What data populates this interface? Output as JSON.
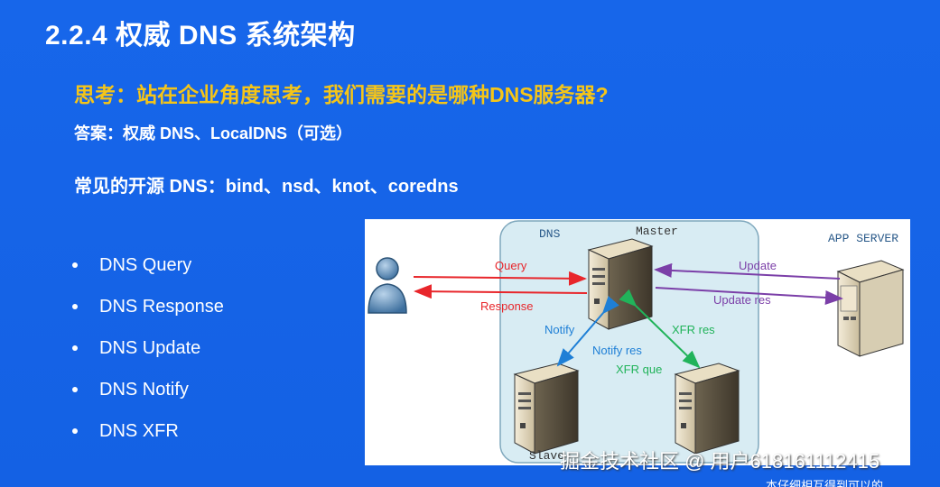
{
  "slide": {
    "title": "2.2.4 权威 DNS 系统架构",
    "question": "思考：站在企业角度思考，我们需要的是哪种DNS服务器?",
    "answer": "答案：权威 DNS、LocalDNS（可选）",
    "common": "常见的开源 DNS：bind、nsd、knot、coredns",
    "bullets": [
      "DNS Query",
      "DNS Response",
      "DNS Update",
      "DNS Notify",
      "DNS XFR"
    ]
  },
  "diagram": {
    "dns_box_label": "DNS",
    "master_label": "Master",
    "slave_label": "Slave",
    "app_server_label": "APP SERVER",
    "arrows": {
      "query": "Query",
      "response": "Response",
      "update": "Update",
      "update_res": "Update res",
      "notify": "Notify",
      "notify_res": "Notify res",
      "xfr_res": "XFR res",
      "xfr_que": "XFR que"
    },
    "colors": {
      "query": "#e8262b",
      "update": "#7b3fa8",
      "notify": "#1e7fd6",
      "xfr": "#21b35a",
      "dns_box": "#d6ecf2"
    }
  },
  "watermark": "掘金技术社区 @ 用户618161112415",
  "caption": "本仔细相互得到可以的"
}
